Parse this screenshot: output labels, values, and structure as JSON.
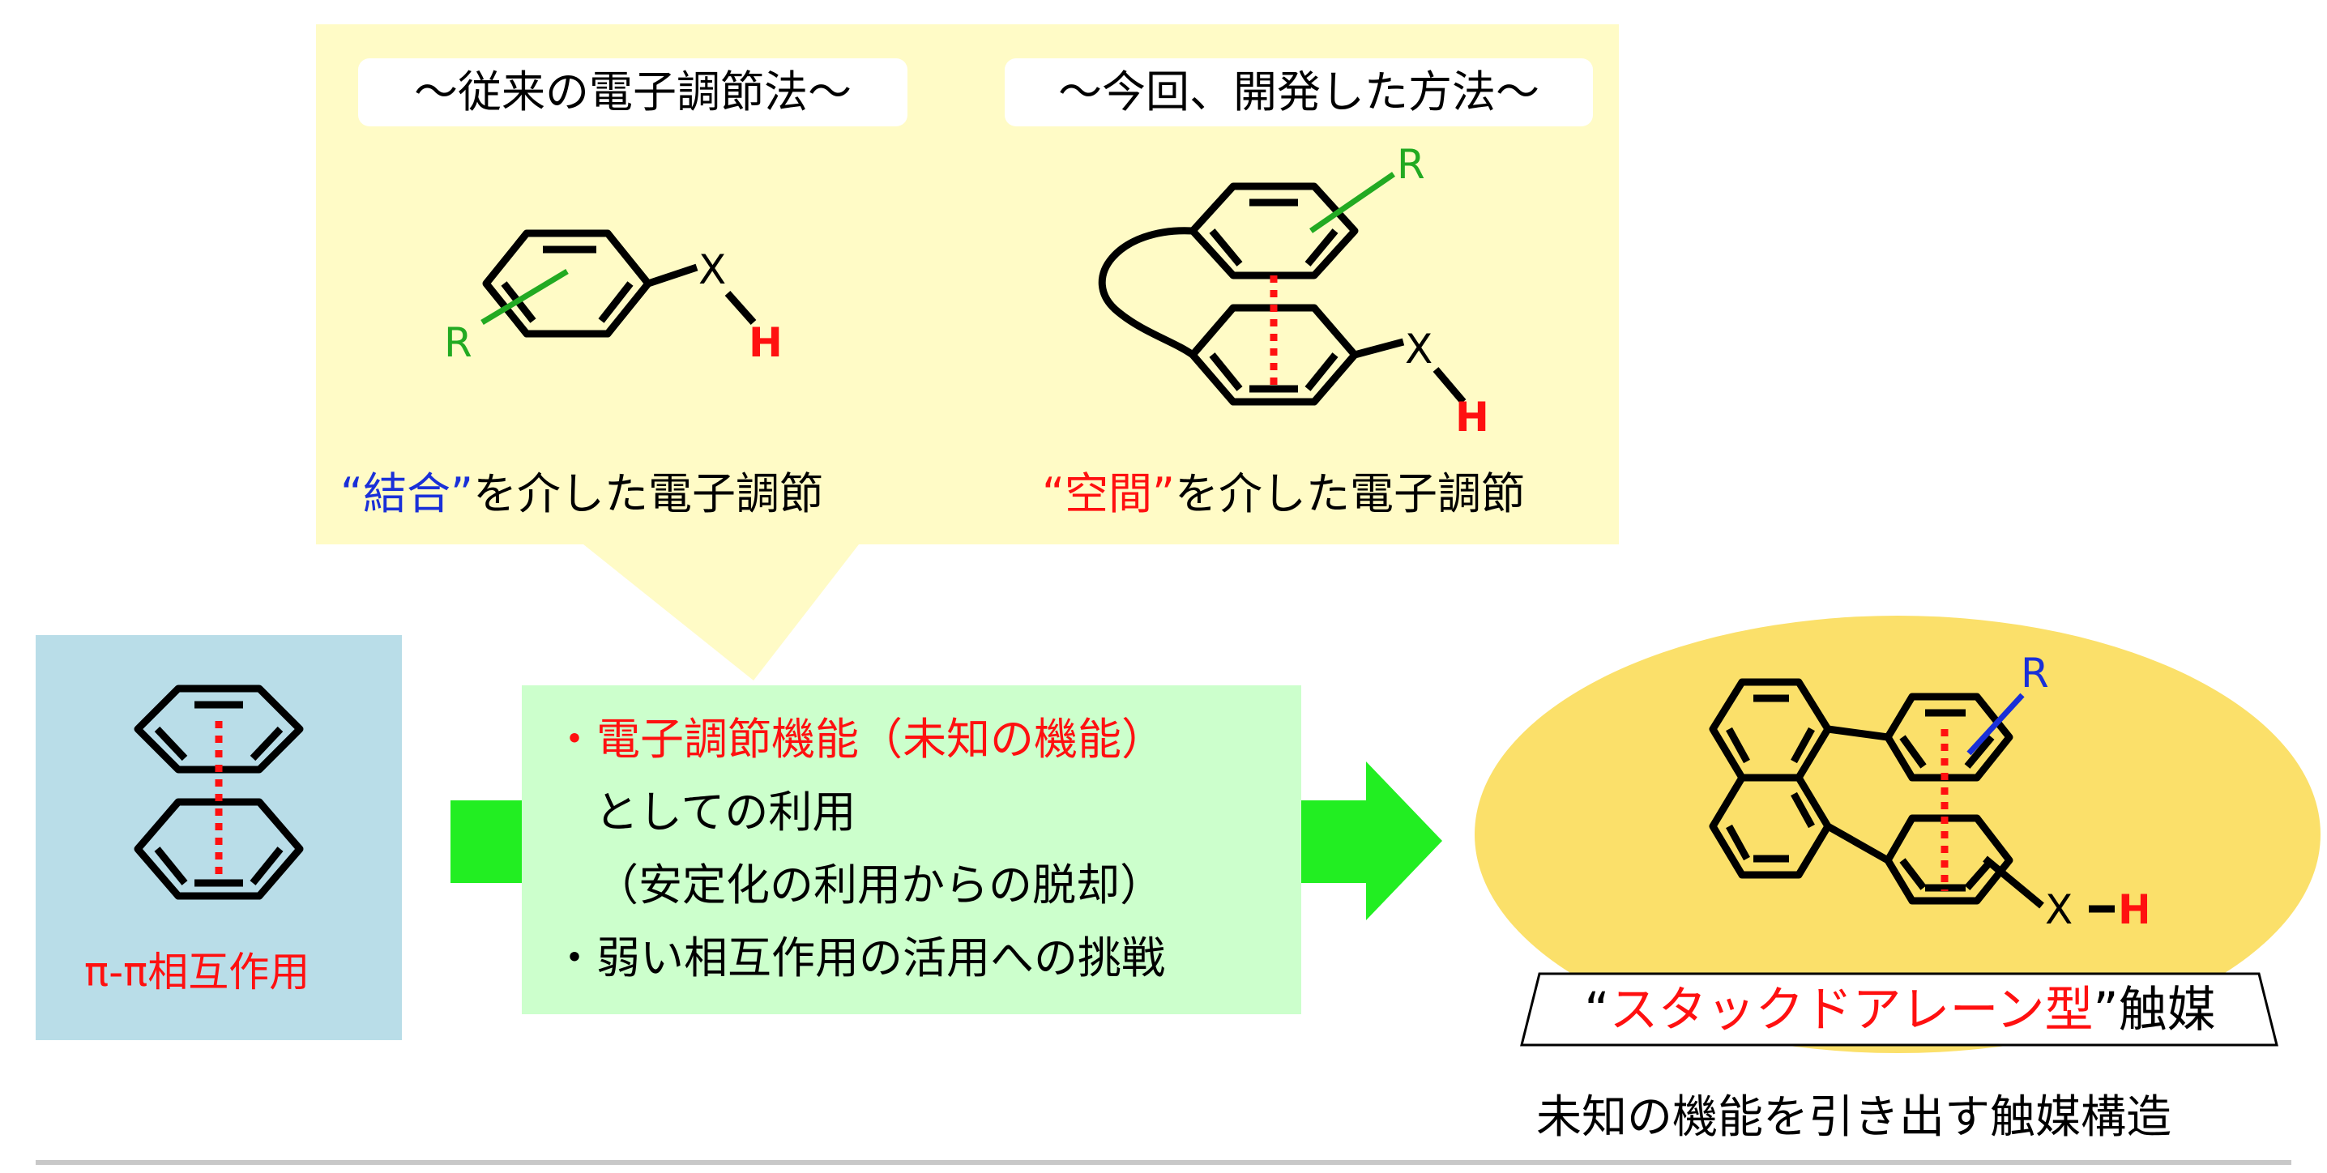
{
  "top_panel": {
    "left_title": "〜従来の電子調節法〜",
    "right_title": "〜今回、開発した方法〜",
    "left_caption_quote_word": "“結合”",
    "left_caption_rest": "を介した電子調節",
    "right_caption_quote_word": "“空間”",
    "right_caption_rest": "を介した電子調節",
    "left_molecule": {
      "R": "R",
      "X": "X",
      "H": "H"
    },
    "right_molecule": {
      "R": "R",
      "X": "X",
      "H": "H"
    }
  },
  "left_panel": {
    "label": "π-π相互作用"
  },
  "middle_box": {
    "bullet1_bullet": "・",
    "bullet1_line1": "電子調節機能（未知の機能）",
    "bullet1_line2": "としての利用",
    "bullet1_line3": "（安定化の利用からの脱却）",
    "bullet2": "・弱い相互作用の活用への挑戦"
  },
  "catalyst": {
    "quote_open": "“",
    "name": "スタックドアレーン型",
    "quote_close": "”触媒",
    "subtitle": "未知の機能を引き出す触媒構造",
    "molecule": {
      "R": "R",
      "X": "X",
      "H": "H"
    }
  },
  "colors": {
    "callout_bg": "#fffbc6",
    "left_panel_bg": "#b9dde8",
    "middle_box_bg": "#ccffcc",
    "arrow": "#22ee22",
    "ellipse": "#fbe06a",
    "red": "#ff1010",
    "blue": "#1a30d8",
    "green_bond": "#22aa22",
    "divider": "#c8c8c8"
  }
}
